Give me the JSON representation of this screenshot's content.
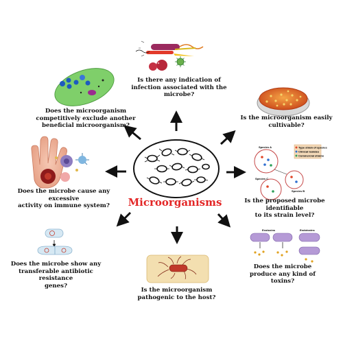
{
  "center": {
    "label": "Microorganisms"
  },
  "questions": {
    "top": "Is there any indication of\ninfection associated with the\nmicrobe?",
    "top_left": "Does the microorganism\ncompetitively exclude another\nbeneficial microorganism?",
    "top_right": "Is the microorganism easily\ncultivable?",
    "left": "Does the microbe cause any excessive\nactivity on immune system?",
    "right": "Is the proposed microbe identifiable\nto its strain level?",
    "bottom_left": "Does the microbe show any\ntransferable antibiotic resistance\ngenes?",
    "bottom": "Is the microorganism\npathogenic to the host?",
    "bottom_right": "Does the microbe\nproduce any kind of\ntoxins?"
  },
  "strain_diagram": {
    "species_a": "Species A",
    "species_b": "Species B",
    "species_c": "Species C",
    "legend": [
      "Type strain of species",
      "Clinical Isolates",
      "Commercial strains"
    ]
  },
  "toxin_diagram": {
    "exotoxins": "Exotoxins",
    "endotoxins": "Endotoxins"
  },
  "colors": {
    "label_red": "#e32626",
    "arrow": "#111111",
    "dish_agar": "#e2731f",
    "pathogen_box": "#f3dfb0",
    "beneficial_green": "#7fcf6a",
    "toxin_purple": "#b59ad6"
  }
}
